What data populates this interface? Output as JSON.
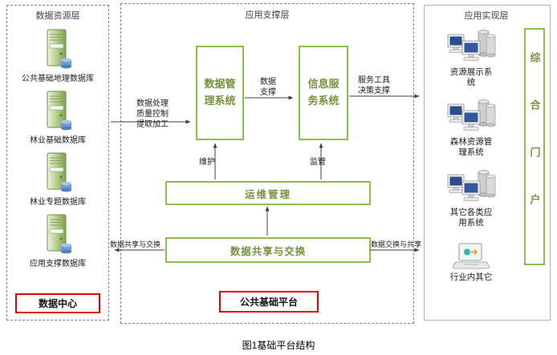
{
  "caption": "图1基础平台结构",
  "colors": {
    "green_border": "#8cbf4a",
    "olive_text": "#76923c",
    "red_border": "#e60000"
  },
  "icons": {
    "database": "server-tower",
    "system": "workstation-group",
    "industry": "laptop"
  },
  "left_panel": {
    "title": "数据资源层",
    "databases": [
      {
        "label": "公共基础地理数据库"
      },
      {
        "label": "林业基础数据库"
      },
      {
        "label": "林业专题数据库"
      },
      {
        "label": "应用支撑数据库"
      }
    ],
    "footer": "数据中心"
  },
  "middle_panel": {
    "title": "应用支撑层",
    "data_mgmt_system": "数据管理系统",
    "info_service_system": "信息服务系统",
    "ops_mgmt": "运维管理",
    "data_exchange": "数据共享与交换",
    "footer": "公共基础平台",
    "flow_labels": {
      "process": "数据处理\n质量控制\n提取加工",
      "data_support": "数据\n支撑",
      "maintain": "维护",
      "supervise": "监管",
      "service": "服务工具\n决策支撑",
      "share_left": "数据共享与交换",
      "share_right": "数据交换与共享"
    }
  },
  "right_panel": {
    "title": "应用实现层",
    "systems": [
      {
        "label": "资源展示系统"
      },
      {
        "label": "森林资源管理系统"
      },
      {
        "label": "其它各类应用系统"
      },
      {
        "label": "行业内其它"
      }
    ],
    "portal": "综合门户"
  }
}
